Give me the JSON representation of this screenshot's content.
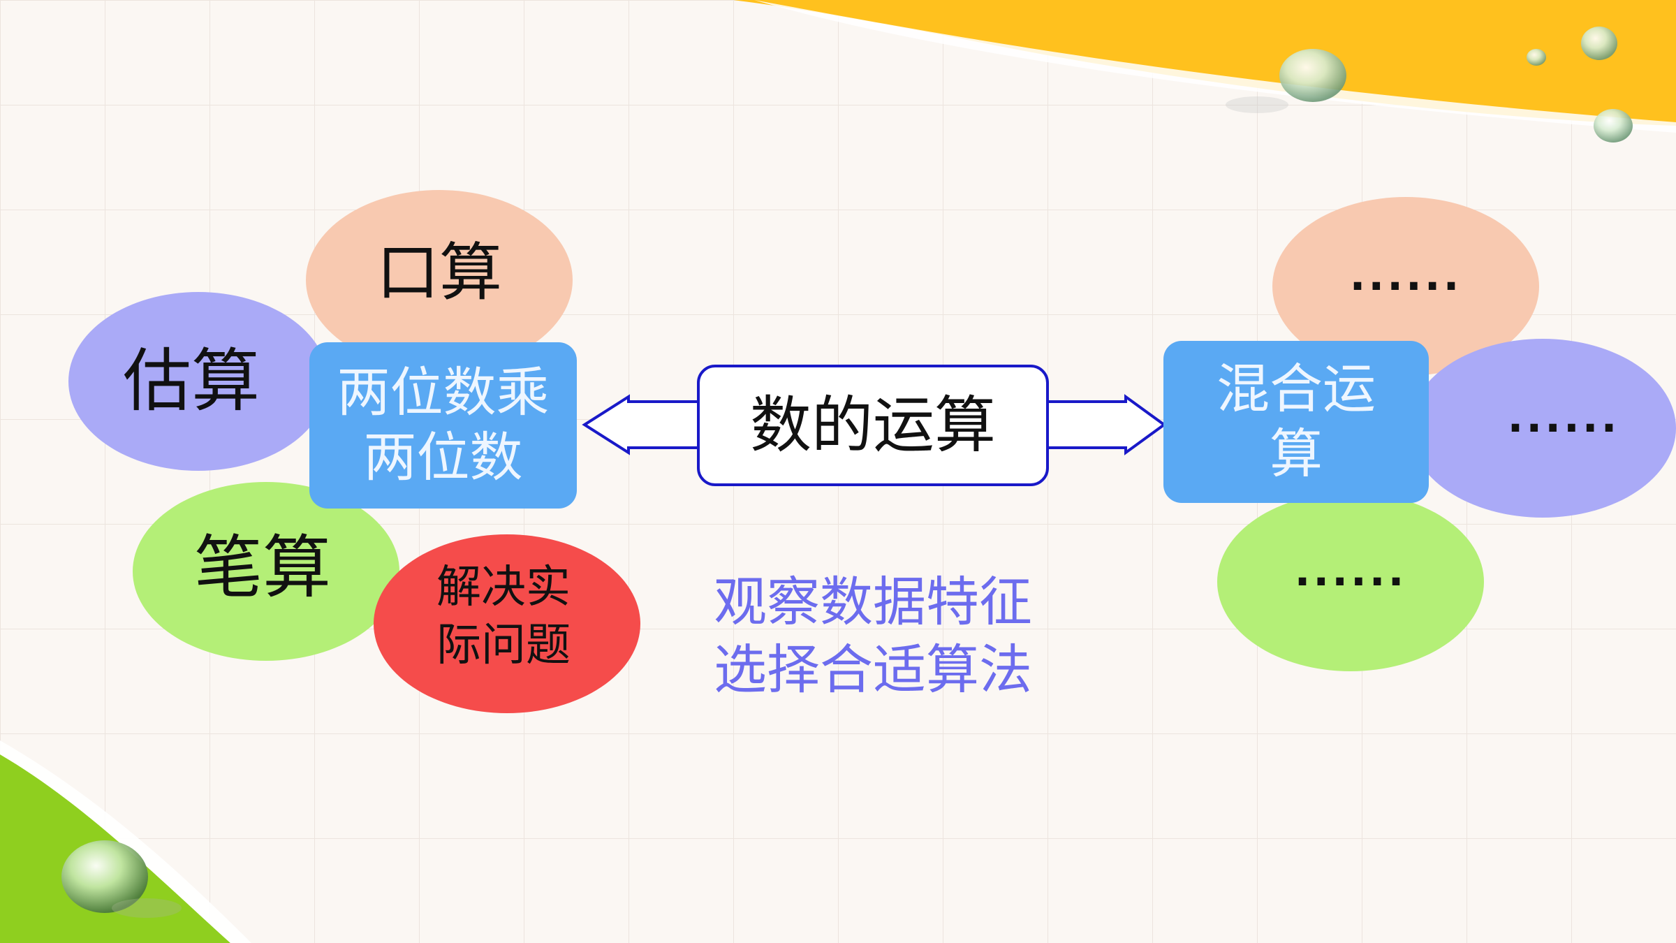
{
  "center": {
    "label": "数的运算"
  },
  "left": {
    "main": "两位数乘\n两位数",
    "petals": {
      "oral": "口算",
      "estimate": "估算",
      "written": "笔算",
      "problem": "解决实\n际问题"
    }
  },
  "right": {
    "main": "混合运\n算",
    "petals": {
      "top": "······",
      "right": "······",
      "bottom": "······"
    }
  },
  "tip": "观察数据特征\n选择合适算法",
  "colors": {
    "peach": "#f8c9b0",
    "lavender": "#aaaaf7",
    "green": "#b4ef77",
    "red": "#f54c4b",
    "blue_box": "#5aa9f3",
    "center_border": "#1919c8",
    "tip_text": "#6c6cee",
    "orange_band": "#ffc11e",
    "green_band": "#8fcf1f"
  }
}
